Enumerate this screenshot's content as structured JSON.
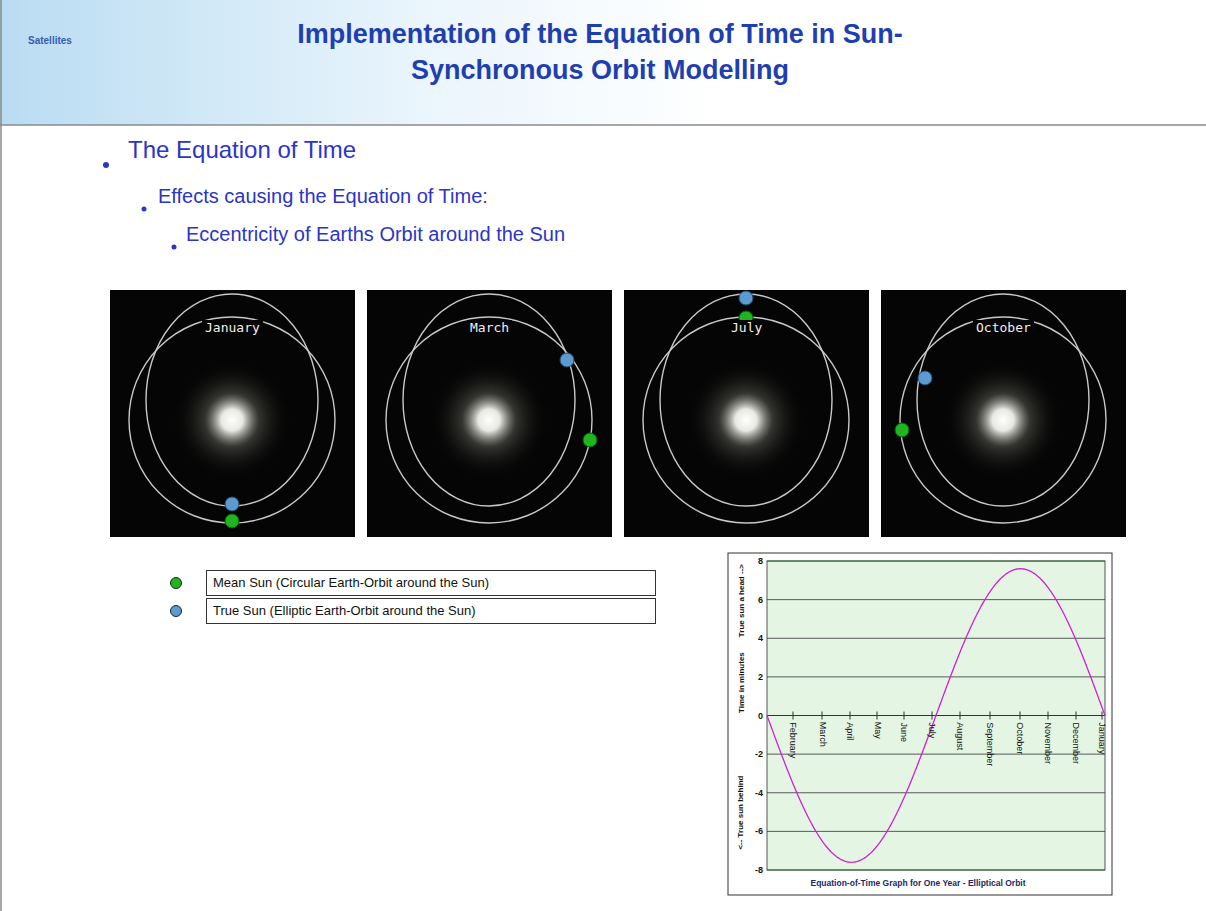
{
  "diagram": {
    "title": "Implementation of the Equation of Time in Sun-Synchronous Orbit Modelling",
    "nodes": [
      {
        "text": [
          "January"
        ]
      },
      {
        "text": [
          "March"
        ]
      },
      {
        "text": [
          "July"
        ]
      },
      {
        "text": [
          "October"
        ]
      }
    ],
    "labels": [
      "Satellites",
      "The Equation of Time",
      "Effects causing the Equation of Time:",
      "Eccentricity of Earths Orbit around the Sun",
      "8",
      "6",
      "4",
      "2",
      "0",
      "-2",
      "-4",
      "-6",
      "-8",
      "True sun a head -->",
      "Time in minutes",
      "<-- True sun behind",
      "February",
      "March",
      "April",
      "May",
      "June",
      "July",
      "August",
      "September",
      "October",
      "November",
      "December",
      "January",
      "Equation-of-Time Graph for One Year - Elliptical Orbit"
    ],
    "legend": [
      {
        "text": "Mean Sun (Circular Earth-Orbit around the Sun)",
        "color": "#1fb51f"
      },
      {
        "text": "True Sun (Elliptic Earth-Orbit around the Sun)",
        "color": "#5b9bd0"
      }
    ]
  }
}
